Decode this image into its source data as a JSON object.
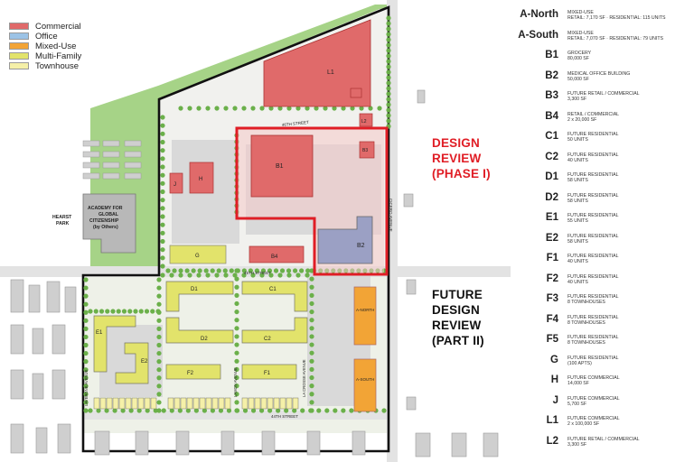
{
  "legend": [
    {
      "label": "Commercial",
      "color": "#e06a6a"
    },
    {
      "label": "Office",
      "color": "#9cc3e6"
    },
    {
      "label": "Mixed-Use",
      "color": "#f2a436"
    },
    {
      "label": "Multi-Family",
      "color": "#e2e36b"
    },
    {
      "label": "Townhouse",
      "color": "#f5f0a8"
    }
  ],
  "colors": {
    "commercial": "#e06a6a",
    "mixed_use": "#f2a436",
    "multi_family": "#e2e36b",
    "townhouse": "#f5f0a8",
    "park": "#9ccf7a",
    "building_gray": "#c8c8c8",
    "phase1_outline": "#e01d25",
    "phase2_outline": "#111111"
  },
  "callouts": {
    "phase1": [
      "DESIGN",
      "REVIEW",
      "(PHASE I)"
    ],
    "phase2": [
      "FUTURE",
      "DESIGN",
      "REVIEW",
      "(PART II)"
    ]
  },
  "map_labels": {
    "L1": "L1",
    "L2": "L2",
    "B1": "B1",
    "B2": "B2",
    "B3": "B3",
    "B4": "B4",
    "J": "J",
    "H": "H",
    "G": "G",
    "D1": "D1",
    "D2": "D2",
    "C1": "C1",
    "C2": "C2",
    "E1": "E1",
    "E2": "E2",
    "F1": "F1",
    "F2": "F2",
    "A_north": "A-NORTH",
    "A_south": "A-SOUTH",
    "academy": [
      "ACADEMY FOR",
      "GLOBAL",
      "CITIZENSHIP",
      "(by Others)"
    ],
    "park": [
      "HEARST",
      "PARK"
    ],
    "street_46": "46TH STREET",
    "street_45": "45TH STREET",
    "street_44": "44TH STREET",
    "cicero": "CICERO AVENUE",
    "lacrosse": "LA CROSSE AVENUE",
    "lamon": "LAMON AVENUE",
    "lavergne": "LAVERGNE AVENUE"
  },
  "key": [
    {
      "code": "A-North",
      "desc": [
        "MIXED-USE",
        "RETAIL: 7,170 SF  ·  RESIDENTIAL: 115 UNITS"
      ]
    },
    {
      "code": "A-South",
      "desc": [
        "MIXED-USE",
        "RETAIL: 7,070 SF  ·  RESIDENTIAL: 79 UNITS"
      ]
    },
    {
      "code": "B1",
      "desc": [
        "GROCERY",
        "80,000 SF"
      ]
    },
    {
      "code": "B2",
      "desc": [
        "MEDICAL OFFICE BUILDING",
        "50,000 SF"
      ]
    },
    {
      "code": "B3",
      "desc": [
        "FUTURE RETAIL / COMMERCIAL",
        "3,300 SF"
      ]
    },
    {
      "code": "B4",
      "desc": [
        "RETAIL / COMMERCIAL",
        "2 x 20,000 SF"
      ]
    },
    {
      "code": "C1",
      "desc": [
        "FUTURE RESIDENTIAL",
        "50 UNITS"
      ]
    },
    {
      "code": "C2",
      "desc": [
        "FUTURE RESIDENTIAL",
        "40 UNITS"
      ]
    },
    {
      "code": "D1",
      "desc": [
        "FUTURE RESIDENTIAL",
        "58 UNITS"
      ]
    },
    {
      "code": "D2",
      "desc": [
        "FUTURE RESIDENTIAL",
        "58 UNITS"
      ]
    },
    {
      "code": "E1",
      "desc": [
        "FUTURE RESIDENTIAL",
        "55 UNITS"
      ]
    },
    {
      "code": "E2",
      "desc": [
        "FUTURE RESIDENTIAL",
        "58 UNITS"
      ]
    },
    {
      "code": "F1",
      "desc": [
        "FUTURE RESIDENTIAL",
        "40 UNITS"
      ]
    },
    {
      "code": "F2",
      "desc": [
        "FUTURE RESIDENTIAL",
        "40 UNITS"
      ]
    },
    {
      "code": "F3",
      "desc": [
        "FUTURE RESIDENTIAL",
        "8 TOWNHOUSES"
      ]
    },
    {
      "code": "F4",
      "desc": [
        "FUTURE RESIDENTIAL",
        "8 TOWNHOUSES"
      ]
    },
    {
      "code": "F5",
      "desc": [
        "FUTURE RESIDENTIAL",
        "8 TOWNHOUSES"
      ]
    },
    {
      "code": "G",
      "desc": [
        "FUTURE RESIDENTIAL",
        "(100 APTS)"
      ]
    },
    {
      "code": "H",
      "desc": [
        "FUTURE COMMERCIAL",
        "14,000 SF"
      ]
    },
    {
      "code": "J",
      "desc": [
        "FUTURE COMMERCIAL",
        "5,700 SF"
      ]
    },
    {
      "code": "L1",
      "desc": [
        "FUTURE COMMERCIAL",
        "2 x 100,000 SF"
      ]
    },
    {
      "code": "L2",
      "desc": [
        "FUTURE RETAIL / COMMERCIAL",
        "3,300 SF"
      ]
    }
  ]
}
